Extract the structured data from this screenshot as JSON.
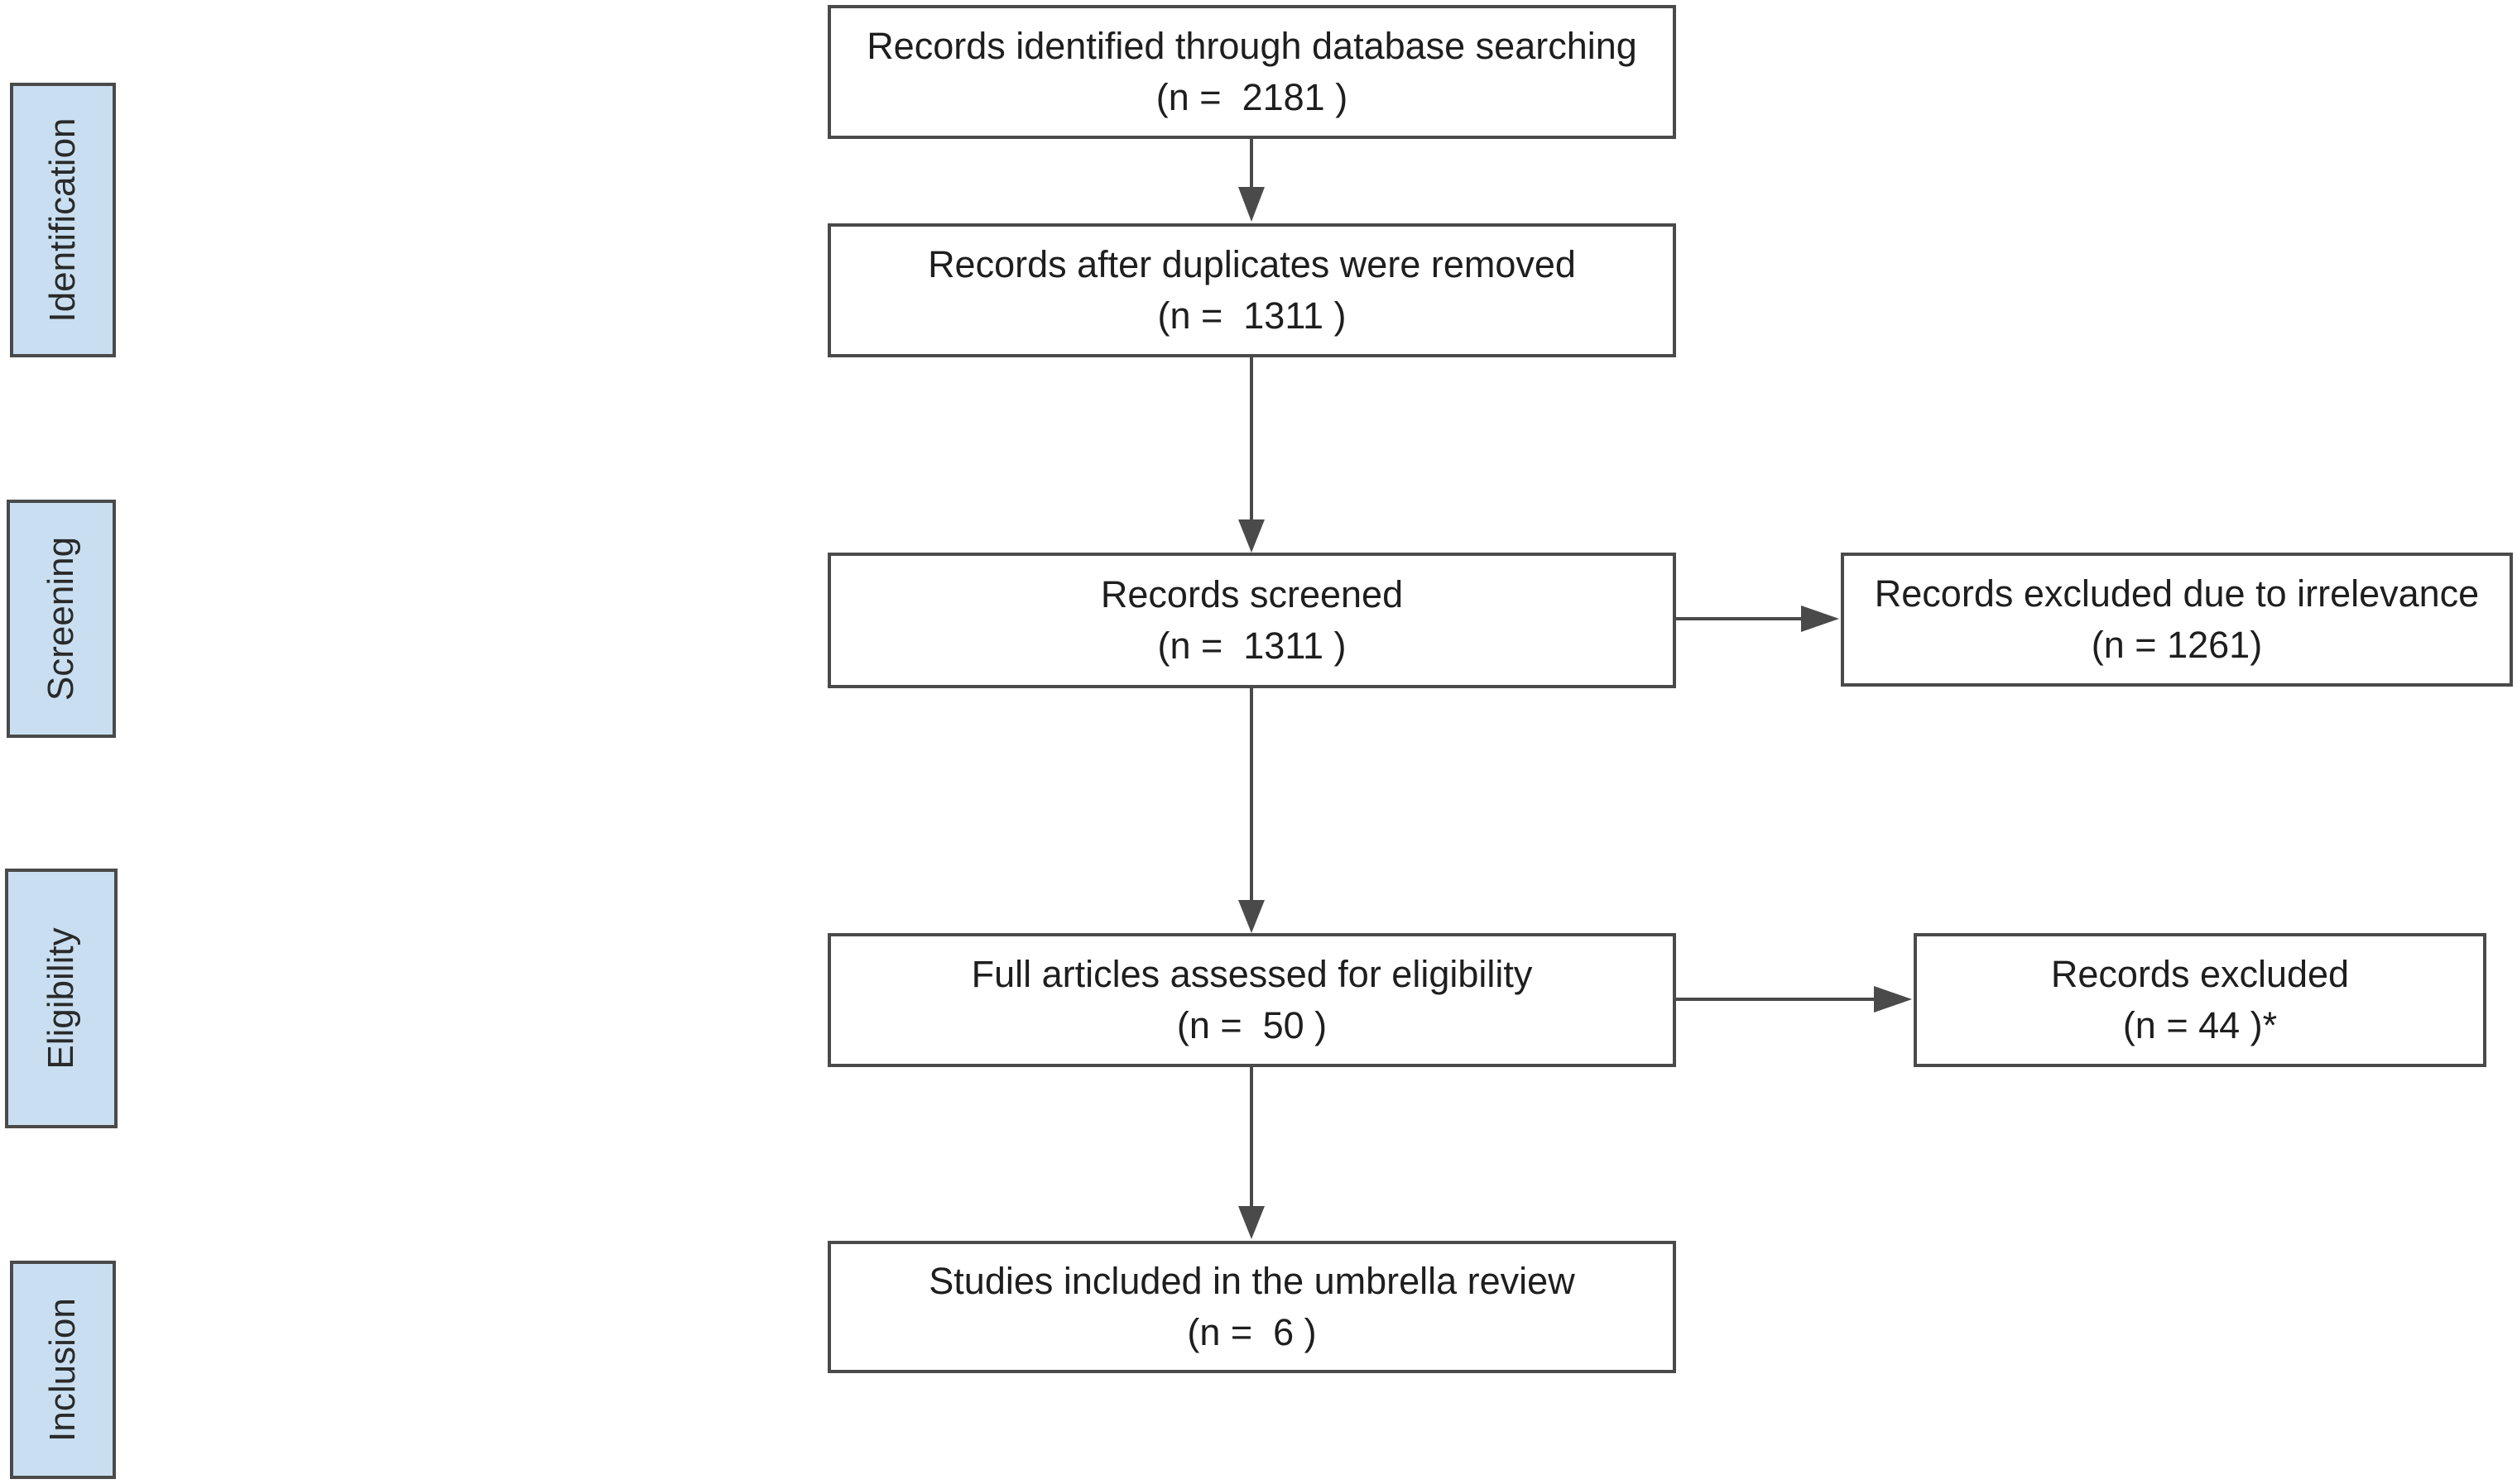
{
  "colors": {
    "stage_fill": "#c9dff1",
    "border": "#4a4a4a",
    "arrow": "#4a4a4a",
    "text": "#1e1e1e"
  },
  "stages": {
    "identification": "Identification",
    "screening": "Screening",
    "eligibility": "Eligibility",
    "inclusion": "Inclusion"
  },
  "boxes": {
    "identified": {
      "label": "Records identified through database searching",
      "count": "(n =  2181 )"
    },
    "deduplicated": {
      "label": "Records after duplicates were removed",
      "count": "(n =  1311 )"
    },
    "screened": {
      "label": "Records screened",
      "count": "(n =  1311 )"
    },
    "excluded_irrelevance": {
      "label": "Records excluded due to irrelevance",
      "count": "(n = 1261)"
    },
    "full_articles": {
      "label": "Full articles assessed for eligibility",
      "count": "(n =  50 )"
    },
    "excluded": {
      "label": "Records excluded",
      "count": "(n = 44 )*"
    },
    "included": {
      "label": "Studies included in the umbrella review",
      "count": "(n =  6 )"
    }
  }
}
